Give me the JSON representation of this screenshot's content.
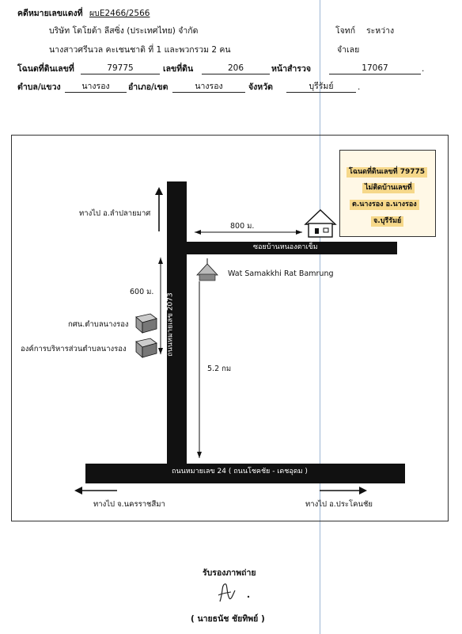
{
  "header": {
    "case_label": "คดีหมายเลขแดงที่",
    "case_no": "ผบE2466/2566",
    "plaintiff_name": "บริษัท โตโยต้า ลีสซิ่ง (ประเทศไทย) จำกัด",
    "plaintiff_role": "โจทก์",
    "between": "ระหว่าง",
    "defendant_name": "นางสาวศรีนวล คะเชนชาติ ที่ 1 และพวกรวม 2 คน",
    "defendant_role": "จำเลย"
  },
  "deed": {
    "deed_label": "โฉนดที่ดินเลขที่",
    "deed_no": "79775",
    "land_label": "เลขที่ดิน",
    "land_no": "206",
    "survey_label": "หน้าสำรวจ",
    "survey_no": "17067",
    "subdistrict_label": "ตำบล/แขวง",
    "subdistrict": "นางรอง",
    "district_label": "อำเภอ/เขต",
    "district": "นางรอง",
    "province_label": "จังหวัด",
    "province": "บุรีรัมย์"
  },
  "map": {
    "note_lines": [
      "โฉนดที่ดินเลขที่ 79775",
      "ไม่ติดบ้านเลขที่",
      "ต.นางรอง  อ.นางรอง",
      "จ.บุรีรัมย์"
    ],
    "to_lamplaimat": "ทางไป อ.ลำปลายมาศ",
    "dist_800": "800 ม.",
    "soi_name": "ซอยบ้านหนองตาเข็ม",
    "temple": "Wat Samakkhi Rat Bamrung",
    "dist_600": "600 ม.",
    "office_1": "กศน.ตำบลนางรอง",
    "office_2": "องค์การบริหารส่วนตำบลนางรอง",
    "road_2073": "ถนนหมายเลข 2073",
    "dist_52": "5.2 กม",
    "road_24": "ถนนหมายเลข 24 ( ถนนโชคชัย - เดชอุดม )",
    "to_nakhon": "ทางไป จ.นครราชสีมา",
    "to_prakhonchai": "ทางไป อ.ประโคนชัย"
  },
  "footer": {
    "certify": "รับรองภาพถ่าย",
    "signer": "( นายธนัช  ชัยทิพย์ )"
  },
  "colors": {
    "highlight": "#f6d88a",
    "road": "#111111",
    "fold_line": "#9db6d4"
  }
}
